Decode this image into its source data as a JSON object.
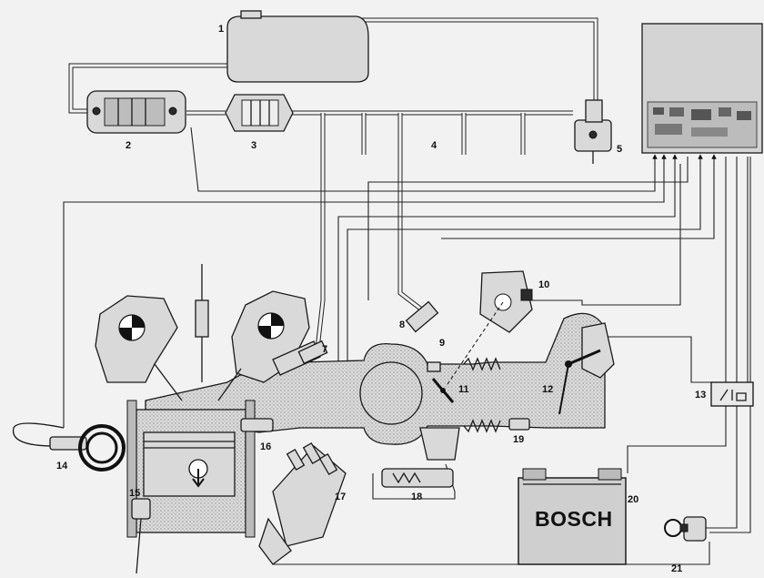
{
  "labels": [
    "1",
    "2",
    "3",
    "4",
    "5",
    "7",
    "8",
    "9",
    "10",
    "11",
    "12",
    "13",
    "14",
    "15",
    "16",
    "17",
    "18",
    "19",
    "20",
    "21"
  ],
  "battery": {
    "brand": "BOSCH"
  },
  "colors": {
    "line": "#1a1a1a",
    "part_fill": "#d9d9d9",
    "background": "#f2f2f2"
  }
}
